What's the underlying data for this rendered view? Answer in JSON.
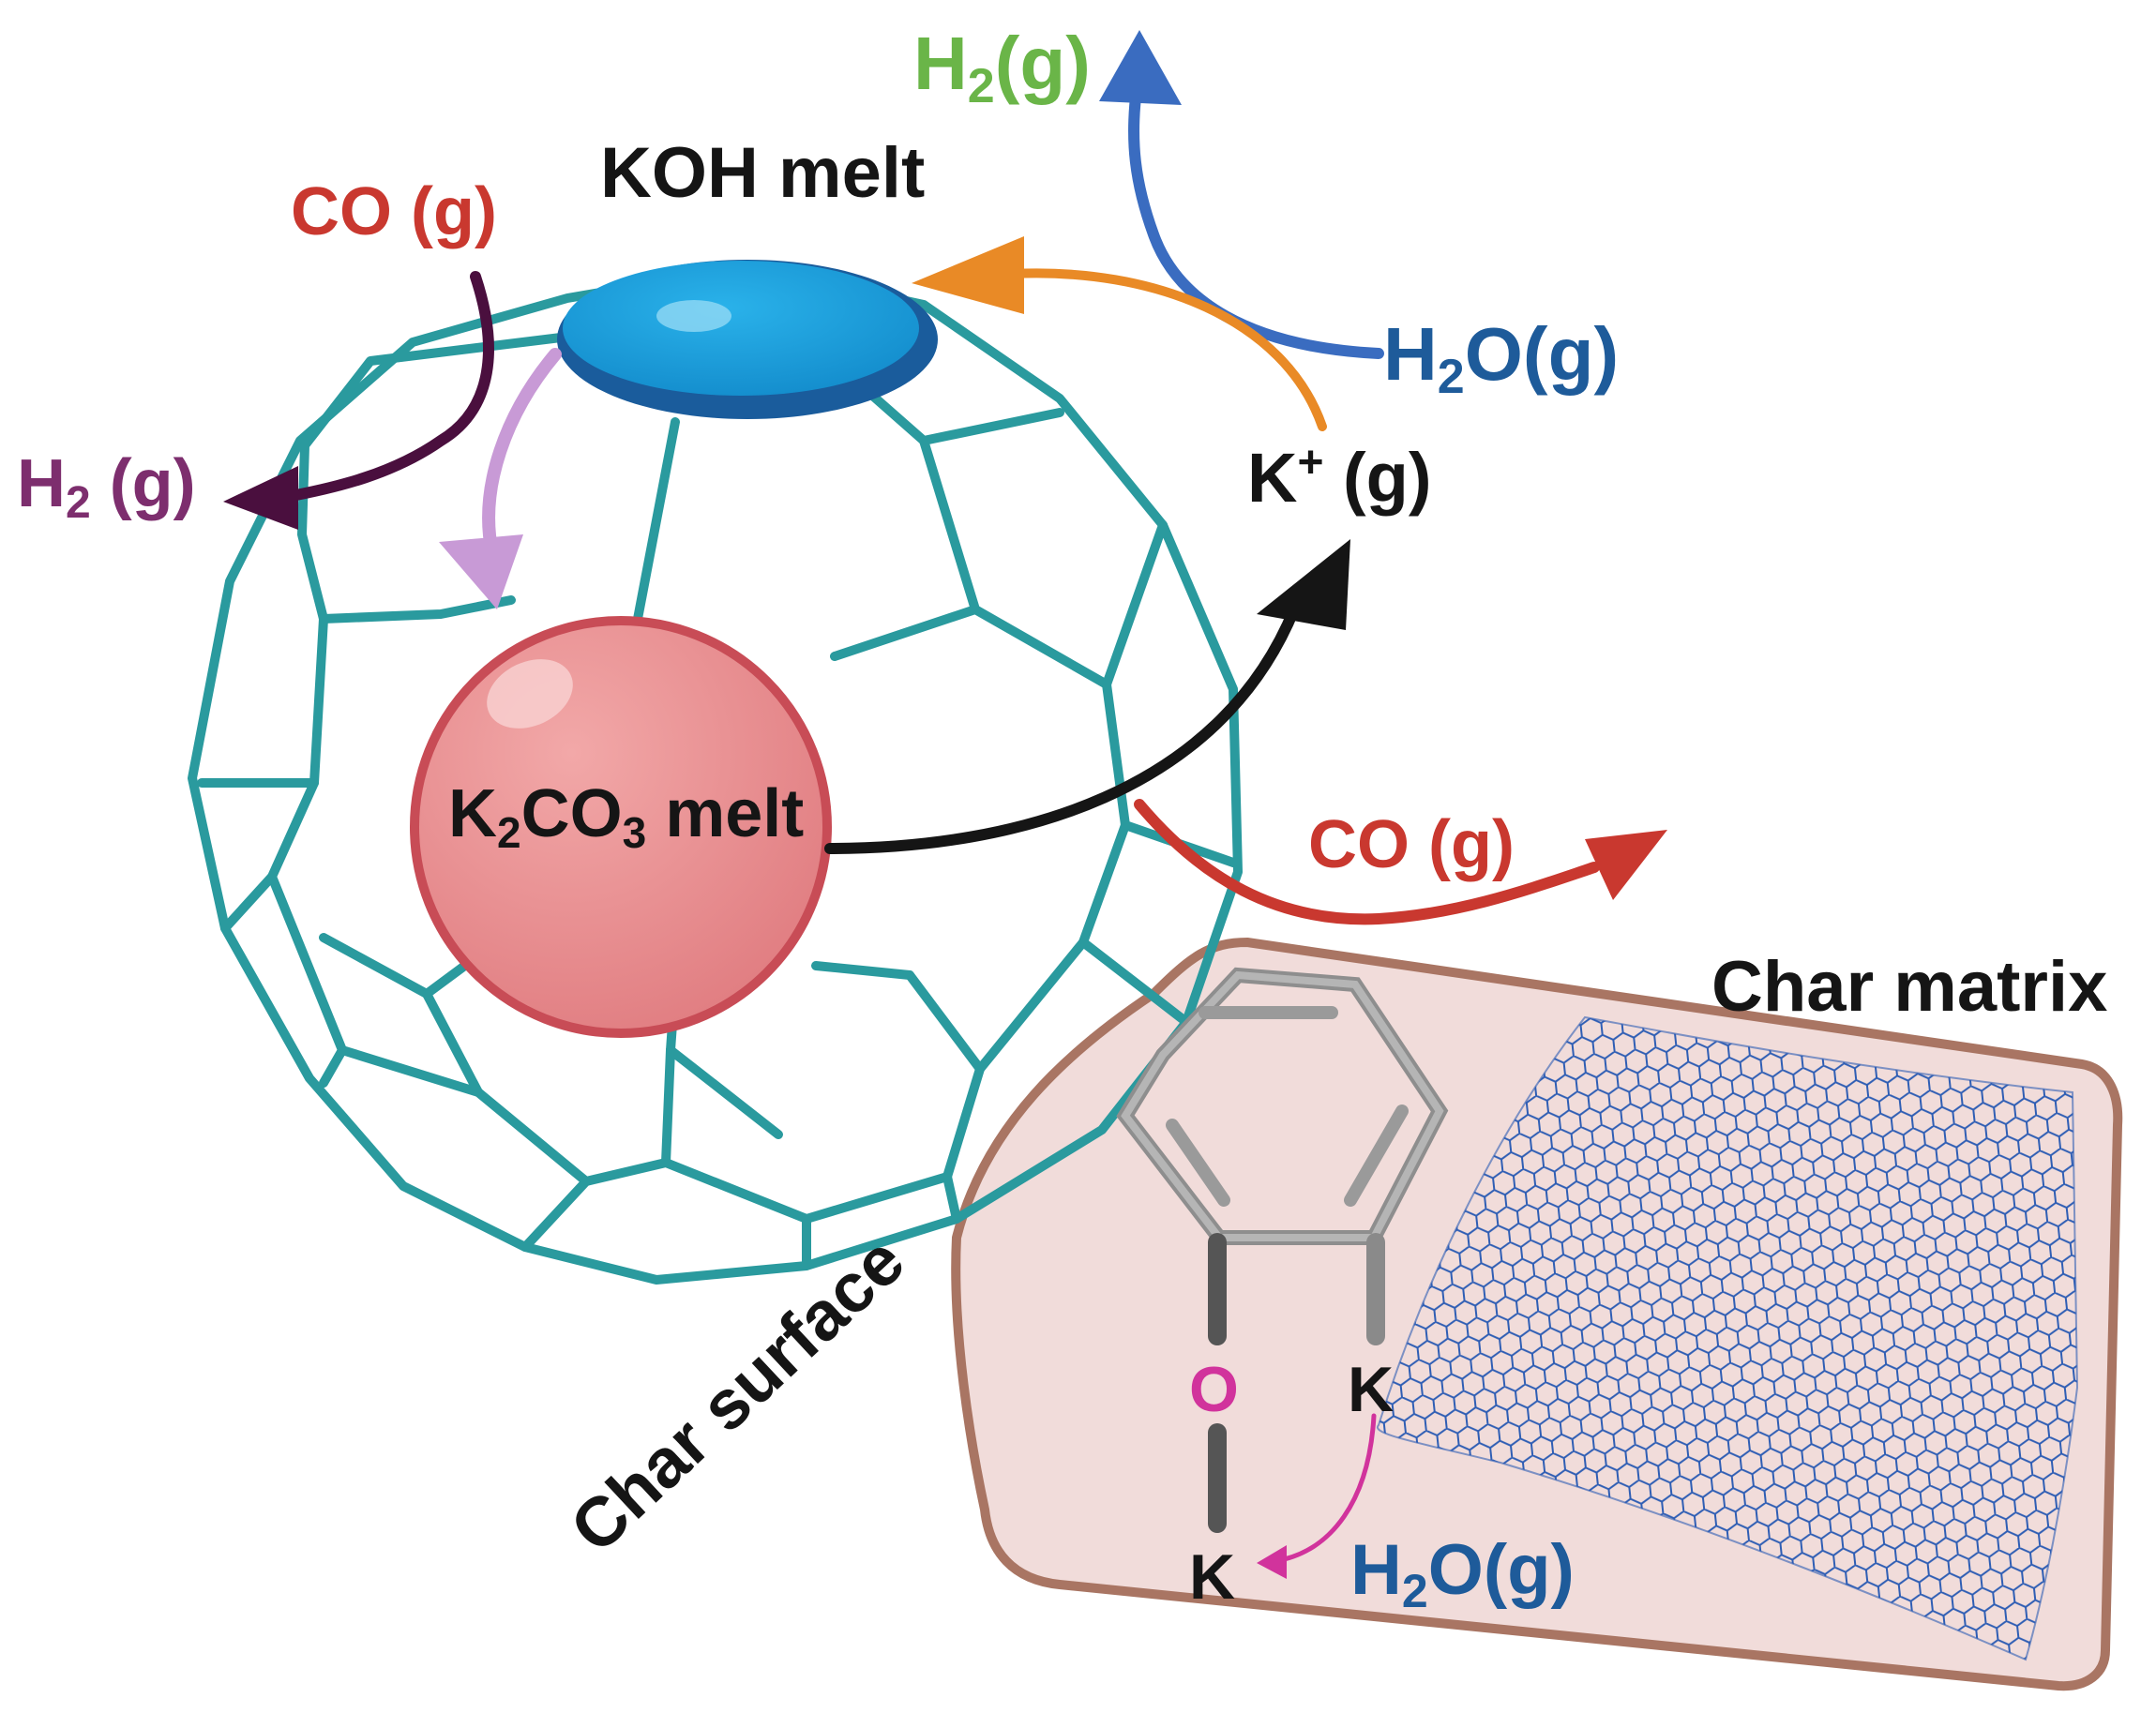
{
  "labels": {
    "h2_top": {
      "base": "H",
      "sub": "2",
      "tail": "(g)"
    },
    "koh_melt": "KOH melt",
    "co_top": "CO (g)",
    "h2o_top": {
      "pre": "H",
      "sub": "2",
      "tail": "O(g)"
    },
    "h2_left": {
      "base": "H",
      "sub": "2",
      "tail": " (g)"
    },
    "k_plus": {
      "base": "K",
      "sup": "+",
      "tail": " (g)"
    },
    "k2co3_melt": {
      "a": "K",
      "sub1": "2",
      "b": "CO",
      "sub2": "3",
      "c": " melt"
    },
    "co_right": "CO (g)",
    "char_matrix": "Char matrix",
    "char_surface": "Char surface",
    "atom_o": "O",
    "atom_k_right": "K",
    "atom_k_bottom": "K",
    "h2o_bottom": {
      "pre": "H",
      "sub": "2",
      "tail": "O(g)"
    }
  },
  "colors": {
    "cage": "#2a9a9e",
    "koh_fill": "#1aa0dc",
    "koh_edge": "#1a5c9c",
    "k2co3_fill": "#e88a8a",
    "k2co3_edge": "#c84c56",
    "char_fill": "#f1dcda",
    "char_edge": "#a97563",
    "mesh": "#2f5eb4",
    "green": "#6ab548",
    "blue_text": "#1e5b9a",
    "red": "#c9382f",
    "purple": "#7d2e6e",
    "orange": "#e98a26",
    "magenta": "#d1339c",
    "lilac": "#c89ad6",
    "dark_purple": "#4a0f3e",
    "black": "#151515"
  }
}
